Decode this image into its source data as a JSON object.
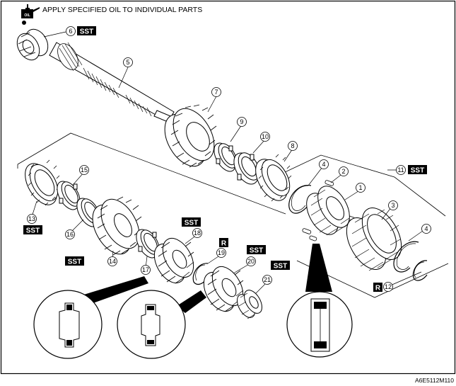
{
  "header": {
    "text": "APPLY SPECIFIED OIL TO INDIVIDUAL PARTS",
    "oil_icon_label": "OIL"
  },
  "footer": {
    "code": "A6E5112M110"
  },
  "tags": {
    "sst": "SST",
    "replace": "R"
  },
  "parts": {
    "p1": "1",
    "p2": "2",
    "p3": "3",
    "p4a": "4",
    "p4b": "4",
    "p5": "5",
    "p6": "6",
    "p7": "7",
    "p8": "8",
    "p9": "9",
    "p10": "10",
    "p11": "11",
    "p12": "12",
    "p13": "13",
    "p14": "14",
    "p15": "15",
    "p16": "16",
    "p17": "17",
    "p18": "18",
    "p19": "19",
    "p20": "20",
    "p21": "21"
  },
  "colors": {
    "line": "#000000",
    "tag_bg": "#000000",
    "tag_fg": "#ffffff",
    "bg": "#ffffff"
  }
}
